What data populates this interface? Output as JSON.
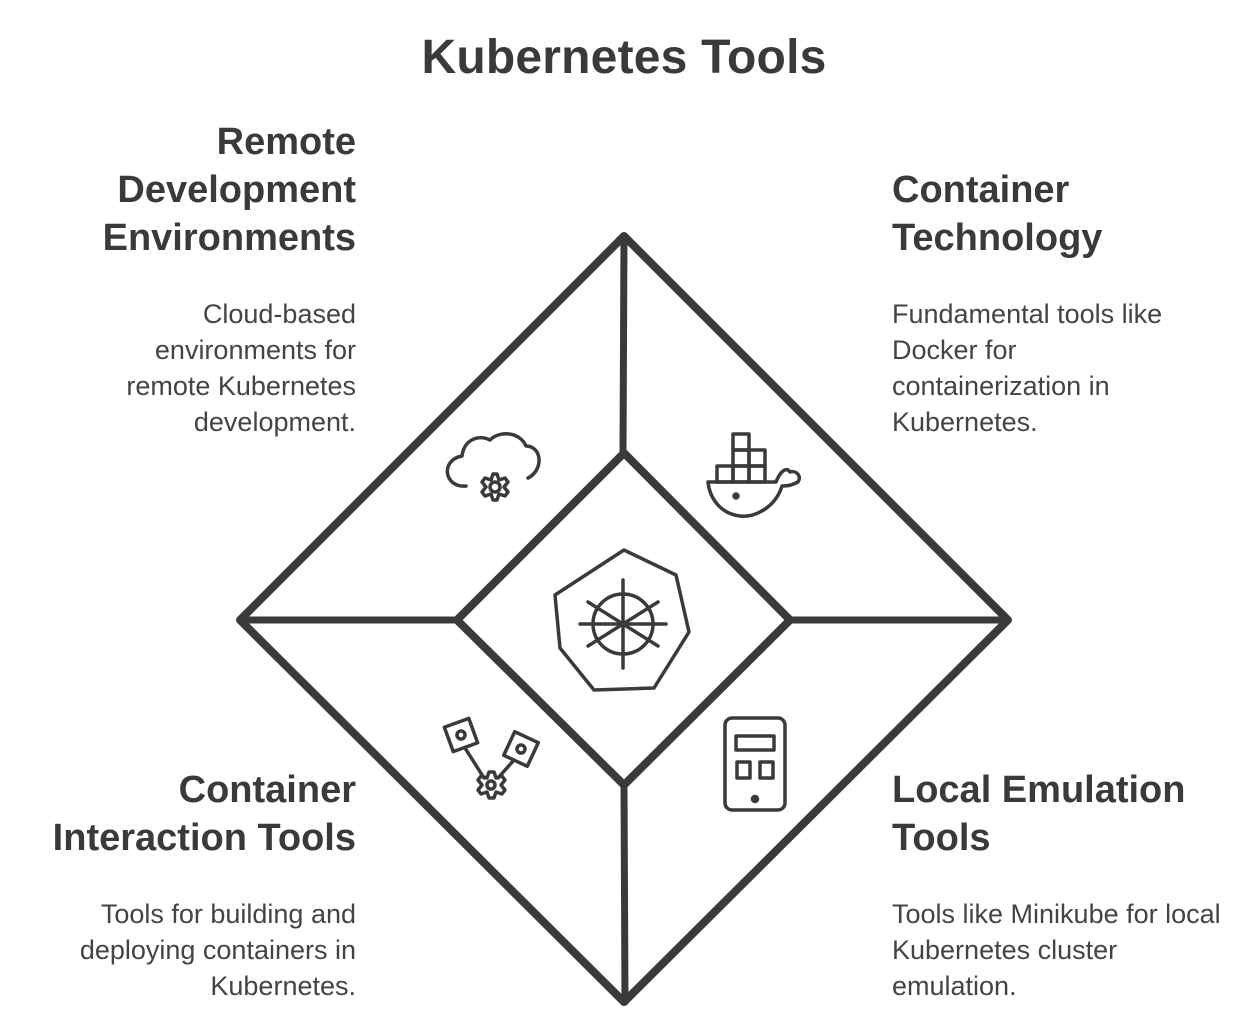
{
  "title": "Kubernetes Tools",
  "sections": {
    "remote": {
      "heading": "Remote Development Environments",
      "description": "Cloud-based environments for remote Kubernetes development.",
      "icon": "cloud-gear-icon"
    },
    "container_tech": {
      "heading": "Container Technology",
      "description": "Fundamental tools like Docker for containerization in Kubernetes.",
      "icon": "docker-whale-icon"
    },
    "interaction": {
      "heading": "Container Interaction Tools",
      "description": "Tools for building and deploying containers in Kubernetes.",
      "icon": "pistons-gear-icon"
    },
    "local": {
      "heading": "Local Emulation Tools",
      "description": "Tools like Minikube for local Kubernetes cluster emulation.",
      "icon": "tablet-icon"
    },
    "center": {
      "icon": "kubernetes-helm-icon"
    }
  },
  "colors": {
    "stroke": "#3a3a3a",
    "text": "#3d3d3d",
    "background": "#ffffff"
  }
}
